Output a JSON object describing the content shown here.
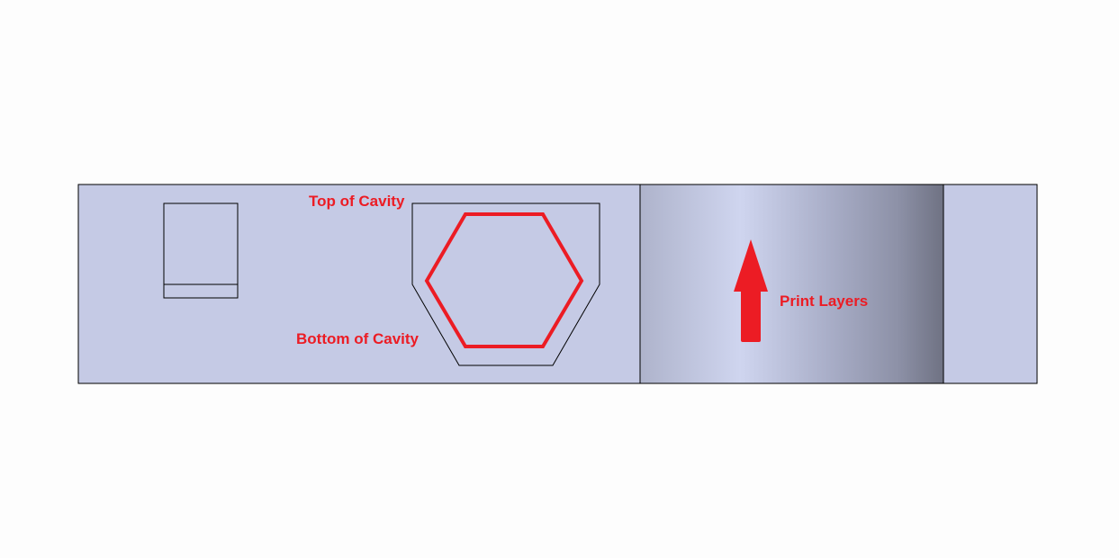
{
  "labels": {
    "top_of_cavity": "Top of Cavity",
    "bottom_of_cavity": "Bottom of Cavity",
    "print_layers": "Print Layers"
  },
  "colors": {
    "background": "#fdfdfd",
    "part_fill": "#c5cae5",
    "outline": "#000000",
    "annotation_red": "#ec1c24",
    "cylinder_highlight": "#cfd5ef",
    "cylinder_shadow": "#6f7283"
  }
}
